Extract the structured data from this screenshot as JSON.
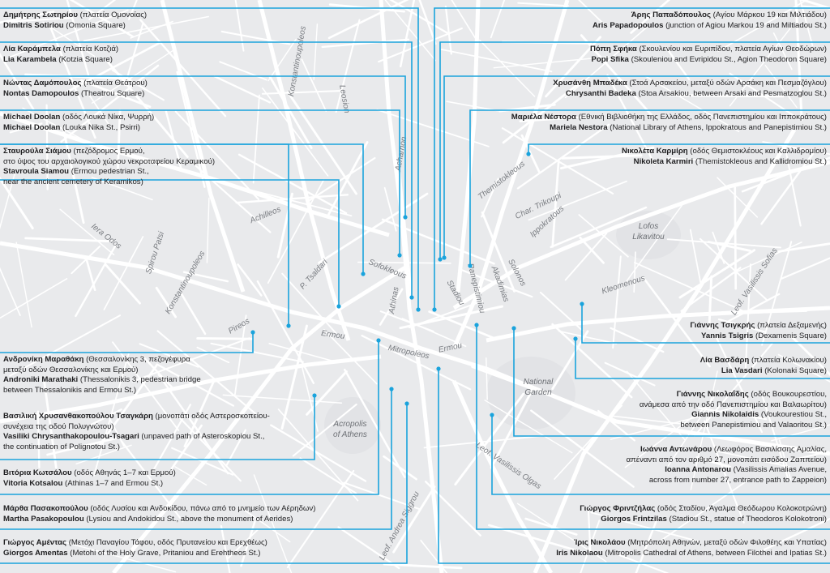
{
  "colors": {
    "leader": "#1aa3dc",
    "background": "#e9eaec",
    "road": "#ffffff",
    "text": "#1d1d1f",
    "street_label": "#7a7d82"
  },
  "left_entries": [
    {
      "gr_name": "Δημήτρης Σωτηρίου",
      "gr_loc": " (πλατεία Ομονοίας)",
      "en_name": "Dimitris Sotiriou",
      "en_loc": " (Omonia Square)"
    },
    {
      "gr_name": "Λία Καράμπελα",
      "gr_loc": " (πλατεία Κοτζιά)",
      "en_name": "Lia Karambela",
      "en_loc": " (Kotzia Square)"
    },
    {
      "gr_name": "Νώντας Δαμόπουλος",
      "gr_loc": " (πλατεία Θεάτρου)",
      "en_name": "Nontas Damopoulos",
      "en_loc": " (Theatrou Square)"
    },
    {
      "gr_name": "Michael Doolan",
      "gr_loc": " (οδός Λουκά Νίκα, Ψυρρή)",
      "en_name": "Michael Doolan",
      "en_loc": " (Louka Nika St., Psirri)"
    },
    {
      "gr_name": "Σταυρούλα Σιάμου",
      "gr_loc": " (πεζόδρομος Ερμού,",
      "gr_loc2": "στο ύψος του αρχαιολογικού χώρου νεκροταφείου Κεραμικού)",
      "en_name": "Stavroula Siamou",
      "en_loc": " (Ermou pedestrian St.,",
      "en_loc2": "near the ancient cemetery of Keramikos)"
    },
    {
      "gr_name": "Ανδρονίκη Μαραθάκη",
      "gr_loc": " (Θεσσαλονίκης 3, πεζογέφυρα",
      "gr_loc2": "μεταξύ οδών Θεσσαλονίκης και Ερμού)",
      "en_name": "Androniki Marathaki",
      "en_loc": " (Thessalonikis 3, pedestrian bridge",
      "en_loc2": "between Thessalonikis and Ermou St.)"
    },
    {
      "gr_name": "Βασιλική Χρυσανθακοπούλου Τσαγκάρη",
      "gr_loc": " (μονοπάτι οδός Αστεροσκοπείου-",
      "gr_loc2": "συνέχεια της οδού Πολυγνώτου)",
      "en_name": "Vasiliki Chrysanthakopoulou-Tsagari",
      "en_loc": " (unpaved path of Asteroskopiou St.,",
      "en_loc2": "the continuation of Polignotou St.)"
    },
    {
      "gr_name": "Βιτόρια Κωτσάλου",
      "gr_loc": " (οδός Αθηνάς 1–7 και Ερμού)",
      "en_name": "Vitoria Kotsalou",
      "en_loc": " (Athinas 1–7 and Ermou St.)"
    },
    {
      "gr_name": "Μάρθα Πασακοπούλου",
      "gr_loc": " (οδός Λυσίου και Ανδοκίδου, πάνω από το μνημείο των Αέρηδων)",
      "en_name": "Martha Pasakopoulou",
      "en_loc": " (Lysiou and Andokidou St., above the monument of Aerides)"
    },
    {
      "gr_name": "Γιώργος Αμέντας",
      "gr_loc": " (Μετόχι Παναγίου Τάφου, οδός Πρυτανείου και Ερεχθέως)",
      "en_name": "Giorgos Amentas",
      "en_loc": " (Metohi of the Holy Grave, Pritaniou and Erehtheos St.)"
    }
  ],
  "right_entries": [
    {
      "gr_name": "Άρης Παπαδόπουλος",
      "gr_loc": " (Αγίου Μάρκου 19 και Μιλτιάδου)",
      "en_name": "Aris Papadopoulos",
      "en_loc": " (junction of Agiou Markou 19 and Miltiadou St.)"
    },
    {
      "gr_name": "Πόπη Σφήκα",
      "gr_loc": " (Σκουλενίου και Ευριπίδου, πλατεία Αγίων Θεοδώρων)",
      "en_name": "Popi Sfika",
      "en_loc": " (Skouleniou and Evripidou St., Agion Theodoron Square)"
    },
    {
      "gr_name": "Χρυσάνθη Μπαδέκα",
      "gr_loc": " (Στοά Αρσακείου, μεταξύ οδών Αρσάκη και Πεσμαζόγλου)",
      "en_name": "Chrysanthi Badeka",
      "en_loc": " (Stoa Arsakiou, between Arsaki and Pesmatzoglou St.)"
    },
    {
      "gr_name": "Μαριέλα Νέστορα",
      "gr_loc": " (Εθνική Βιβλιοθήκη της Ελλάδος, οδός Πανεπιστημίου και Ιπποκράτους)",
      "en_name": "Mariela Nestora",
      "en_loc": " (National Library of Athens, Ippokratous and Panepistimiou St.)"
    },
    {
      "gr_name": "Νικολέτα Καρμίρη",
      "gr_loc": " (οδός Θεμιστοκλέους και Καλλιδρομίου)",
      "en_name": "Nikoleta Karmiri",
      "en_loc": " (Themistokleous and Kallidromiou St.)"
    },
    {
      "gr_name": "Γιάννης Τσιγκρής",
      "gr_loc": " (πλατεία Δεξαμενής)",
      "en_name": "Yannis Tsigris",
      "en_loc": " (Dexamenis Square)"
    },
    {
      "gr_name": "Λία Βασδάρη",
      "gr_loc": " (πλατεία Κολωνακίου)",
      "en_name": "Lia Vasdari",
      "en_loc": " (Kolonaki Square)"
    },
    {
      "gr_name": "Γιάννης Νικολαΐδης",
      "gr_loc": " (οδός Βουκουρεστίου,",
      "gr_loc2": "ανάμεσα από την οδό Πανεπιστημίου και Βαλαωρίτου)",
      "en_name": "Giannis Nikolaidis",
      "en_loc": " (Voukourestiou St.,",
      "en_loc2": "between Panepistimiou and Valaoritou St.)"
    },
    {
      "gr_name": "Ιωάννα Αντωνάρου",
      "gr_loc": " (Λεωφόρος Βασιλίσσης Αμαλίας,",
      "gr_loc2": "απέναντι από τον αριθμό 27, μονοπάτι εισόδου Ζαππείου)",
      "en_name": "Ioanna Antonarou",
      "en_loc": " (Vasilissis Amalias Avenue,",
      "en_loc2": "across from number 27, entrance path to Zappeion)"
    },
    {
      "gr_name": "Γιώργος Φριντζήλας",
      "gr_loc": " (οδός Σταδίου, Άγαλμα Θεόδωρου Κολοκοτρώνη)",
      "en_name": "Giorgos Frintzilas",
      "en_loc": " (Stadiou St., statue of Theodoros Kolokotroni)"
    },
    {
      "gr_name": "Ίρις Νικολάου",
      "gr_loc": " (Μητρόπολη Αθηνών, μεταξύ οδών Φιλοθέης και Υπατίας)",
      "en_name": "Iris Nikolaou",
      "en_loc": " (Mitropolis Cathedral of Athens, between Filothei and Ipatias St.)"
    }
  ],
  "street_labels": {
    "konstantinoupoleos_n": "Konstantinoupoleos",
    "leosion": "Leosion",
    "acharnon": "Acharnon",
    "themistokleous": "Themistokleous",
    "char_trikoupi": "Char. Trikoupi",
    "ippokratous": "Ippokratous",
    "achilleos": "Achilleos",
    "iera_odos": "Iera Odos",
    "spirou_patsi": "Spirou Patsi",
    "konstantinoupoleos_s": "Konstantinoupoleos",
    "p_tsaldari": "P. Tsaldari",
    "sofokleous": "Sofokleous",
    "athinas": "Athinas",
    "stadiou": "Stadiou",
    "panepistimiou": "Panepistimiou",
    "akadimias": "Akadimias",
    "solonos": "Solonos",
    "kleomenous": "Kleomenous",
    "leof_vasilissis_sofias": "Leof. Vasilissis Sofias",
    "pireos": "Pireos",
    "ermou_w": "Ermou",
    "mitropoleos": "Mitropoleos",
    "ermou_e": "Ermou",
    "leof_vasilissis_olgas": "Leof. Vasilissis Olgas",
    "leof_andrea_siggrou": "Leof. Andrea Siggrou"
  },
  "place_labels": {
    "lofos_line1": "Lofos",
    "lofos_line2": "Likavitou",
    "garden_line1": "National",
    "garden_line2": "Garden",
    "acropolis_line1": "Acropolis",
    "acropolis_line2": "of Athens"
  }
}
